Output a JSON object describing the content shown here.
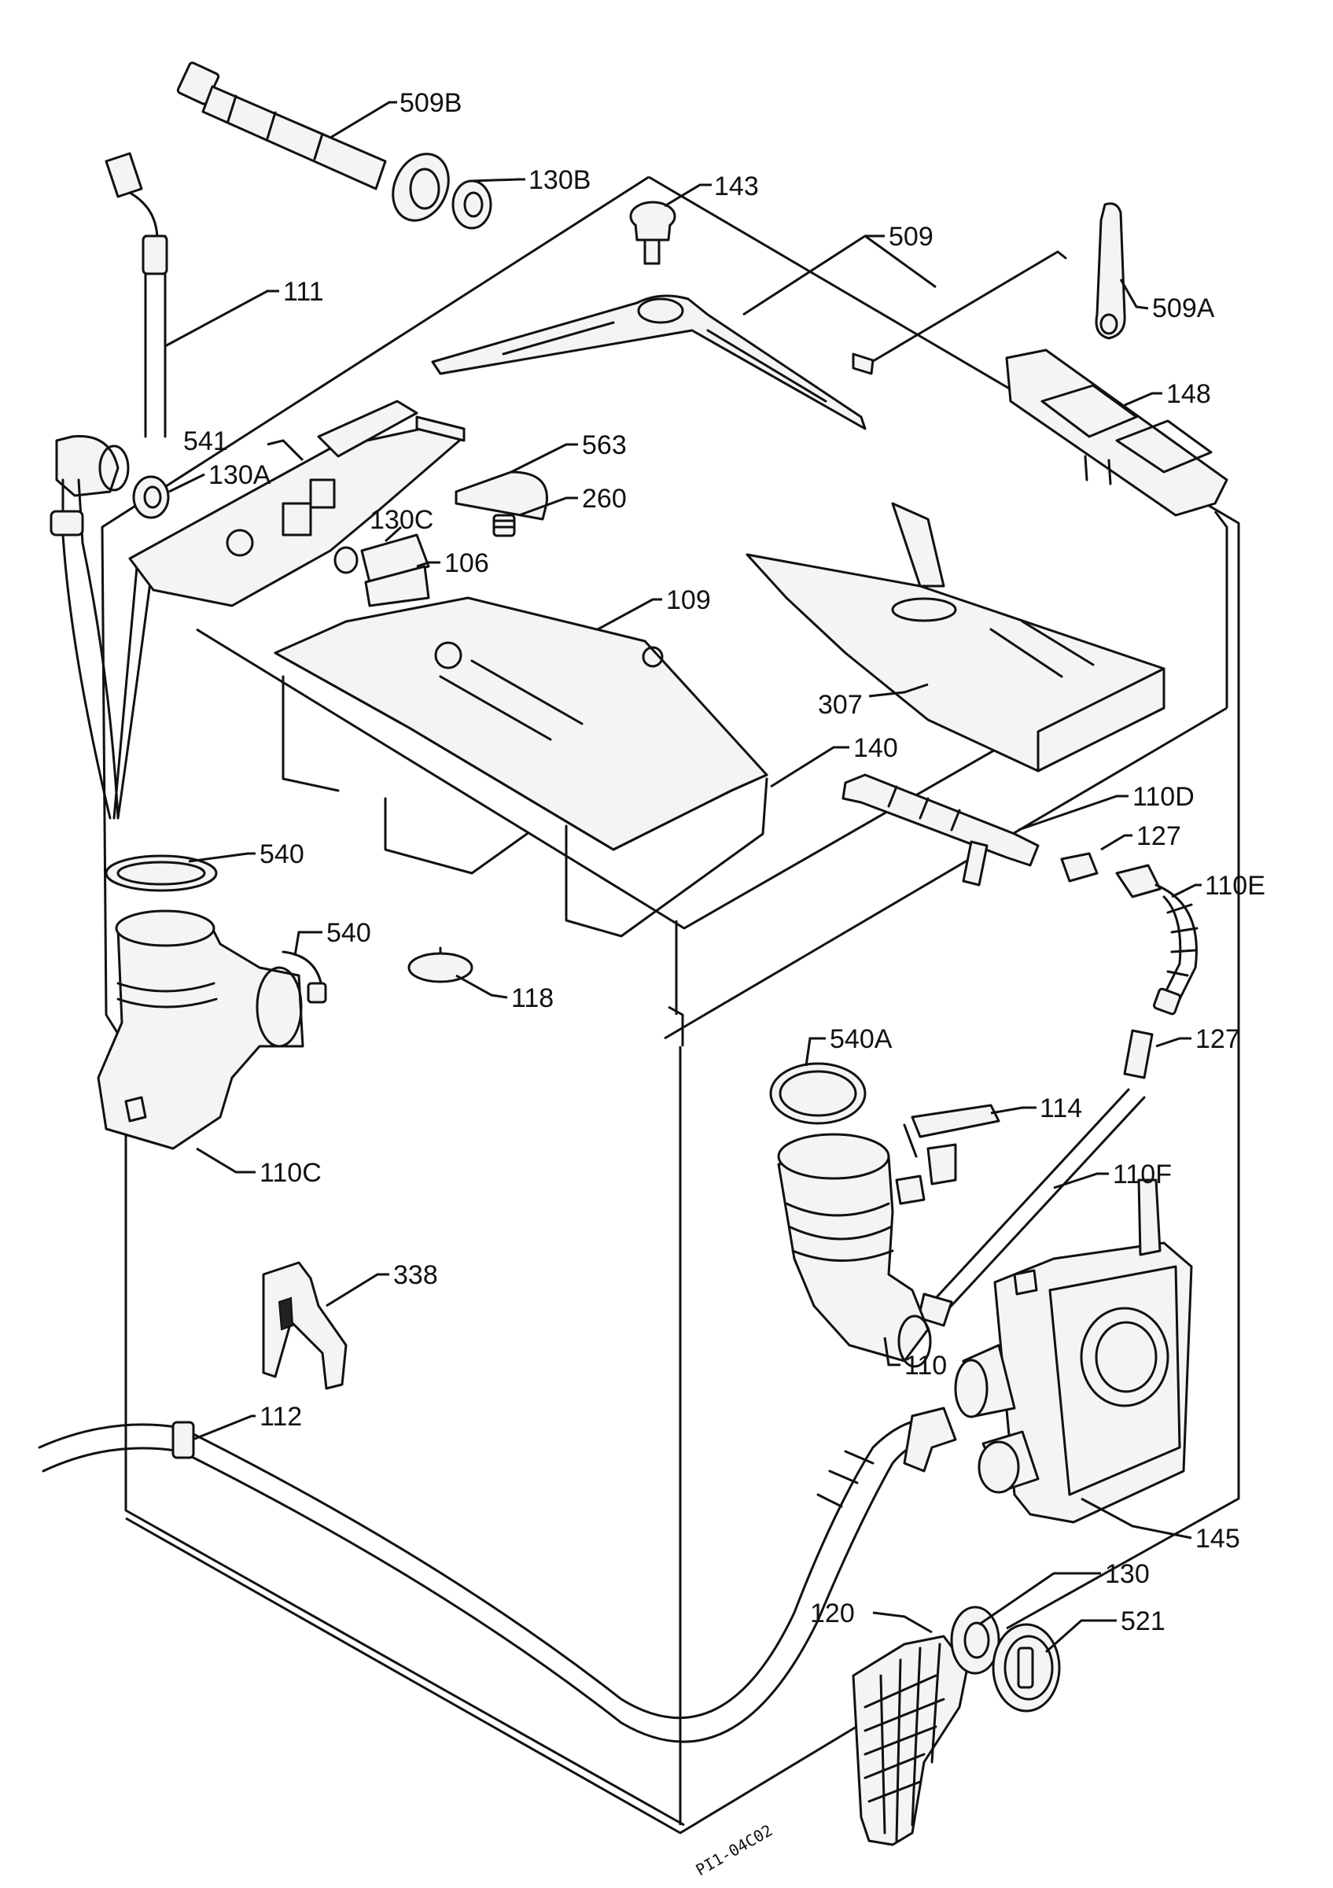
{
  "figure": {
    "drawing_code": "PI1-04C02"
  },
  "callouts": [
    {
      "id": "509B",
      "text": "509B"
    },
    {
      "id": "130B",
      "text": "130B"
    },
    {
      "id": "143",
      "text": "143"
    },
    {
      "id": "509",
      "text": "509"
    },
    {
      "id": "509A",
      "text": "509A"
    },
    {
      "id": "111",
      "text": "111"
    },
    {
      "id": "148",
      "text": "148"
    },
    {
      "id": "541",
      "text": "541"
    },
    {
      "id": "130A",
      "text": "130A"
    },
    {
      "id": "563",
      "text": "563"
    },
    {
      "id": "260",
      "text": "260"
    },
    {
      "id": "130C",
      "text": "130C"
    },
    {
      "id": "106",
      "text": "106"
    },
    {
      "id": "109",
      "text": "109"
    },
    {
      "id": "307",
      "text": "307"
    },
    {
      "id": "140",
      "text": "140"
    },
    {
      "id": "110D",
      "text": "110D"
    },
    {
      "id": "127a",
      "text": "127"
    },
    {
      "id": "110E",
      "text": "110E"
    },
    {
      "id": "540a",
      "text": "540"
    },
    {
      "id": "540b",
      "text": "540"
    },
    {
      "id": "118",
      "text": "118"
    },
    {
      "id": "127b",
      "text": "127"
    },
    {
      "id": "540A",
      "text": "540A"
    },
    {
      "id": "114",
      "text": "114"
    },
    {
      "id": "110C",
      "text": "110C"
    },
    {
      "id": "110F",
      "text": "110F"
    },
    {
      "id": "338",
      "text": "338"
    },
    {
      "id": "110",
      "text": "110"
    },
    {
      "id": "112",
      "text": "112"
    },
    {
      "id": "145",
      "text": "145"
    },
    {
      "id": "130",
      "text": "130"
    },
    {
      "id": "120",
      "text": "120"
    },
    {
      "id": "521",
      "text": "521"
    }
  ]
}
